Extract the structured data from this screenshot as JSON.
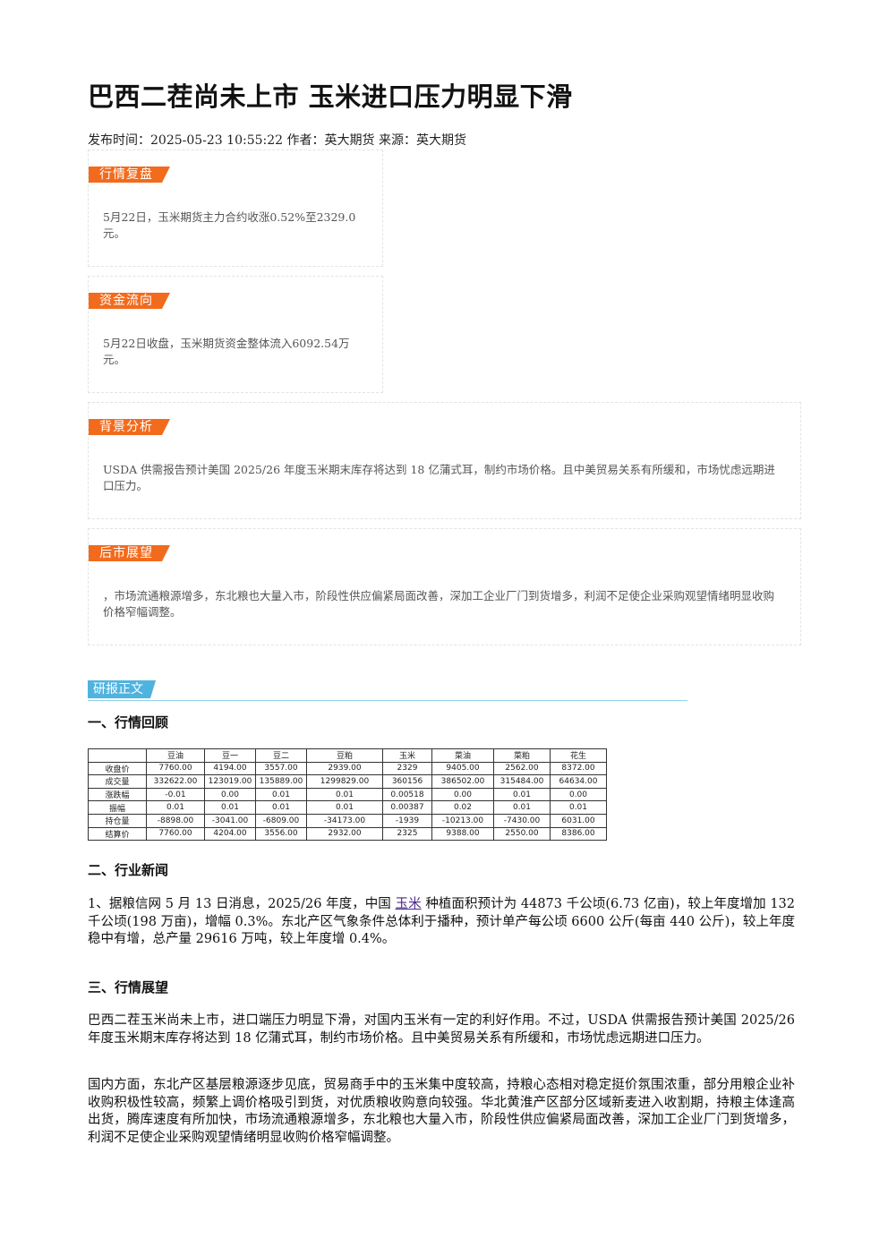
{
  "article": {
    "title": "巴西二茬尚未上市 玉米进口压力明显下滑",
    "meta": "发布时间：2025-05-23 10:55:22 作者：英大期货 来源：英大期货"
  },
  "summary_boxes": [
    {
      "tag": "行情复盘",
      "text": "5月22日，玉米期货主力合约收涨0.52%至2329.0元。"
    },
    {
      "tag": "资金流向",
      "text": "5月22日收盘，玉米期货资金整体流入6092.54万元。"
    },
    {
      "tag": "背景分析",
      "text": "USDA 供需报告预计美国 2025/26 年度玉米期末库存将达到 18 亿蒲式耳，制约市场价格。且中美贸易关系有所缓和，市场忧虑远期进口压力。"
    },
    {
      "tag": "后市展望",
      "text": "，市场流通粮源增多，东北粮也大量入市，阶段性供应偏紧局面改善，深加工企业厂门到货增多，利润不足使企业采购观望情绪明显收购价格窄幅调整。"
    }
  ],
  "research": {
    "tag": "研报正文",
    "section1": "一、行情回顾",
    "section2": "二、行业新闻",
    "section3": "三、行情展望"
  },
  "quote_table": {
    "headers": [
      "",
      "豆油",
      "豆一",
      "豆二",
      "豆粕",
      "玉米",
      "菜油",
      "菜粕",
      "花生"
    ],
    "rows": [
      [
        "收盘价",
        "7760.00",
        "4194.00",
        "3557.00",
        "2939.00",
        "2329",
        "9405.00",
        "2562.00",
        "8372.00"
      ],
      [
        "成交量",
        "332622.00",
        "123019.00",
        "135889.00",
        "1299829.00",
        "360156",
        "386502.00",
        "315484.00",
        "64634.00"
      ],
      [
        "涨跌幅",
        "-0.01",
        "0.00",
        "0.01",
        "0.01",
        "0.00518",
        "0.00",
        "0.01",
        "0.00"
      ],
      [
        "振幅",
        "0.01",
        "0.01",
        "0.01",
        "0.01",
        "0.00387",
        "0.02",
        "0.01",
        "0.01"
      ],
      [
        "持仓量",
        "-8898.00",
        "-3041.00",
        "-6809.00",
        "-34173.00",
        "-1939",
        "-10213.00",
        "-7430.00",
        "6031.00"
      ],
      [
        "结算价",
        "7760.00",
        "4204.00",
        "3556.00",
        "2932.00",
        "2325",
        "9388.00",
        "2550.00",
        "8386.00"
      ]
    ]
  },
  "news": {
    "p1_before": "1、据粮信网 5 月 13 日消息，2025/26 年度，中国 ",
    "p1_link": "玉米",
    "p1_after": " 种植面积预计为 44873 千公顷(6.73 亿亩)，较上年度增加 132 千公顷(198 万亩)，增幅 0.3%。东北产区气象条件总体利于播种，预计单产每公顷 6600 公斤(每亩 440 公斤)，较上年度稳中有增，总产量 29616 万吨，较上年度增 0.4%。"
  },
  "outlook": {
    "p1": "巴西二茬玉米尚未上市，进口端压力明显下滑，对国内玉米有一定的利好作用。不过，USDA 供需报告预计美国 2025/26 年度玉米期末库存将达到 18 亿蒲式耳，制约市场价格。且中美贸易关系有所缓和，市场忧虑远期进口压力。",
    "p2": "国内方面，东北产区基层粮源逐步见底，贸易商手中的玉米集中度较高，持粮心态相对稳定挺价氛围浓重，部分用粮企业补收购积极性较高，频繁上调价格吸引到货，对优质粮收购意向较强。华北黄淮产区部分区域新麦进入收割期，持粮主体逢高出货，腾库速度有所加快，市场流通粮源增多，东北粮也大量入市，阶段性供应偏紧局面改善，深加工企业厂门到货增多，利润不足使企业采购观望情绪明显收购价格窄幅调整。"
  }
}
